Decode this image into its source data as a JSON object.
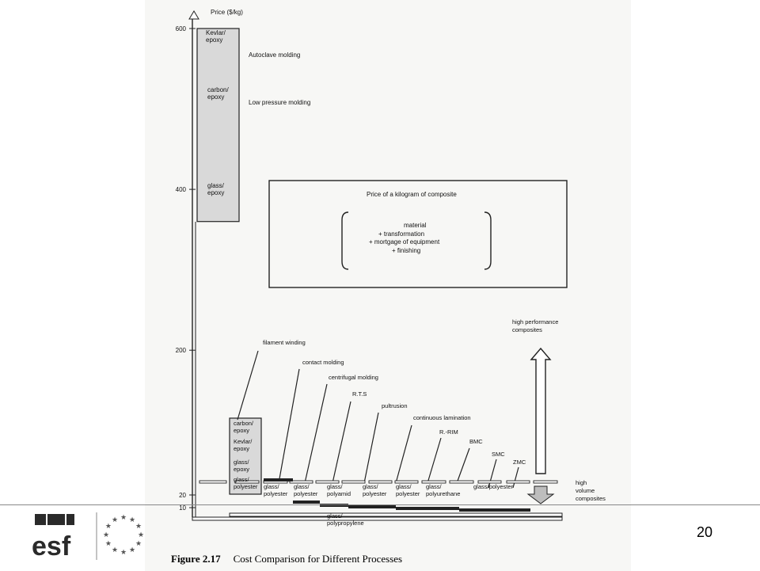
{
  "chart_data": {
    "type": "bar",
    "title": "Price of a kilogram of composite",
    "ylabel": "Price ($/kg)",
    "ylim": [
      0,
      600
    ],
    "yticks": [
      10,
      20,
      200,
      400,
      600
    ],
    "box_lines": [
      "material",
      "+ transformation",
      "+ mortgage of equipment",
      "+ finishing"
    ],
    "high_end": {
      "range": [
        360,
        600
      ],
      "materials": [
        "Kevlar/ epoxy",
        "carbon/ epoxy",
        "glass/ epoxy"
      ],
      "processes": [
        "Autoclave molding",
        "Low pressure molding"
      ]
    },
    "processes": [
      {
        "name": "filament winding",
        "material": "carbon/ epoxy Kevlar/ epoxy glass/ epoxy glass/ polyester",
        "price": 20
      },
      {
        "name": "contact molding",
        "material": "glass/ polyester",
        "price": 20
      },
      {
        "name": "centrifugal molding",
        "material": "glass/ polyester",
        "price": 20
      },
      {
        "name": "R.T.S",
        "material": "glass/ polyamid",
        "price": 20
      },
      {
        "name": "pultrusion",
        "material": "glass/ polyester",
        "price": 20
      },
      {
        "name": "continuous lamination",
        "material": "glass/ polyester",
        "price": 20
      },
      {
        "name": "R.-RIM",
        "material": "glass/ polyurethane",
        "price": 20
      },
      {
        "name": "BMC",
        "material": "glass/polyester",
        "price": 20
      },
      {
        "name": "SMC",
        "material": "glass/polyester",
        "price": 20
      },
      {
        "name": "ZMC",
        "material": "glass/polyester",
        "price": 20
      }
    ],
    "filament_stack": [
      "carbon/ epoxy",
      "Kevlar/ epoxy",
      "glass/ epoxy",
      "glass/ polyester"
    ],
    "bottom_row_labels": [
      "glass/ polyester",
      "glass/ polyester",
      "glass/ polyamid",
      "glass/ polyester",
      "glass/ polyester",
      "glass/ polyurethane",
      "glass/polyester"
    ],
    "bottom_material": "glass/ polypropylene",
    "arrow_labels": {
      "top": "high performance composites",
      "bottom": "high volume composites"
    }
  },
  "caption": {
    "figure": "Figure 2.17",
    "text": "Cost Comparison for Different Processes"
  },
  "page_number": "20"
}
